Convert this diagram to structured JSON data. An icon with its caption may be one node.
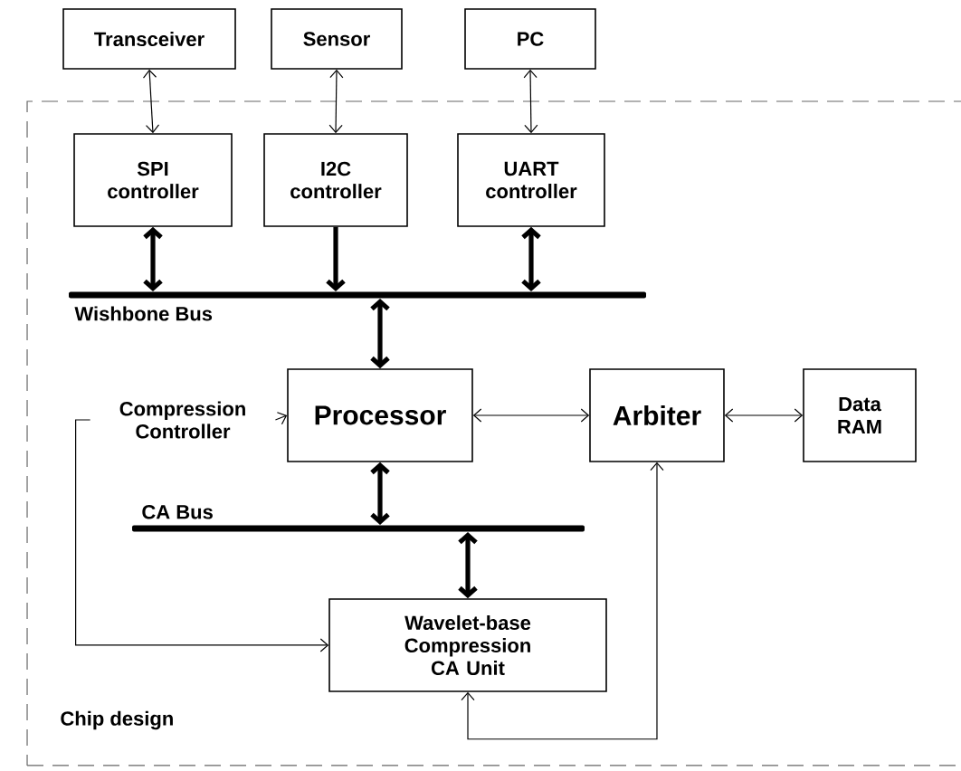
{
  "diagram": {
    "nodes": [
      {
        "text": [
          "Transceiver"
        ]
      },
      {
        "text": [
          "Sensor"
        ]
      },
      {
        "text": [
          "PC"
        ]
      },
      {
        "text": [
          "Chip design"
        ]
      },
      {
        "text": [
          "SPI controller"
        ],
        "in": 3
      },
      {
        "text": [
          "I2C controller"
        ],
        "in": 3
      },
      {
        "text": [
          "UART controller"
        ],
        "in": 3
      },
      {
        "text": [
          "Wishbone Bus"
        ],
        "in": 3
      },
      {
        "text": [
          "Compression Controller"
        ],
        "in": 3
      },
      {
        "text": [
          "Processor"
        ],
        "in": 3
      },
      {
        "text": [
          "Arbiter"
        ],
        "in": 3
      },
      {
        "text": [
          "Data RAM"
        ],
        "in": 3
      },
      {
        "text": [
          "CA Bus"
        ],
        "in": 3
      },
      {
        "text": [
          "Wavelet-base Compression CA Unit"
        ],
        "in": 3
      }
    ],
    "edges": [
      {
        "from": 0,
        "to": 4,
        "arrow": "both"
      },
      {
        "from": 1,
        "to": 5,
        "arrow": "both"
      },
      {
        "from": 2,
        "to": 6,
        "arrow": "both"
      },
      {
        "from": 4,
        "to": 7,
        "arrow": "both",
        "style": "thick"
      },
      {
        "from": 5,
        "to": 7,
        "arrow": "to",
        "style": "thick"
      },
      {
        "from": 6,
        "to": 7,
        "arrow": "both",
        "style": "thick"
      },
      {
        "from": 7,
        "to": 9,
        "arrow": "both",
        "style": "thick"
      },
      {
        "from": 8,
        "to": 9,
        "arrow": "to"
      },
      {
        "from": 8,
        "to": 13,
        "arrow": "to"
      },
      {
        "from": 9,
        "to": 10,
        "arrow": "both"
      },
      {
        "from": 10,
        "to": 11,
        "arrow": "both"
      },
      {
        "from": 9,
        "to": 12,
        "arrow": "both",
        "style": "thick"
      },
      {
        "from": 12,
        "to": 13,
        "arrow": "both",
        "style": "thick"
      },
      {
        "from": 13,
        "to": 10,
        "arrow": "both"
      }
    ]
  }
}
